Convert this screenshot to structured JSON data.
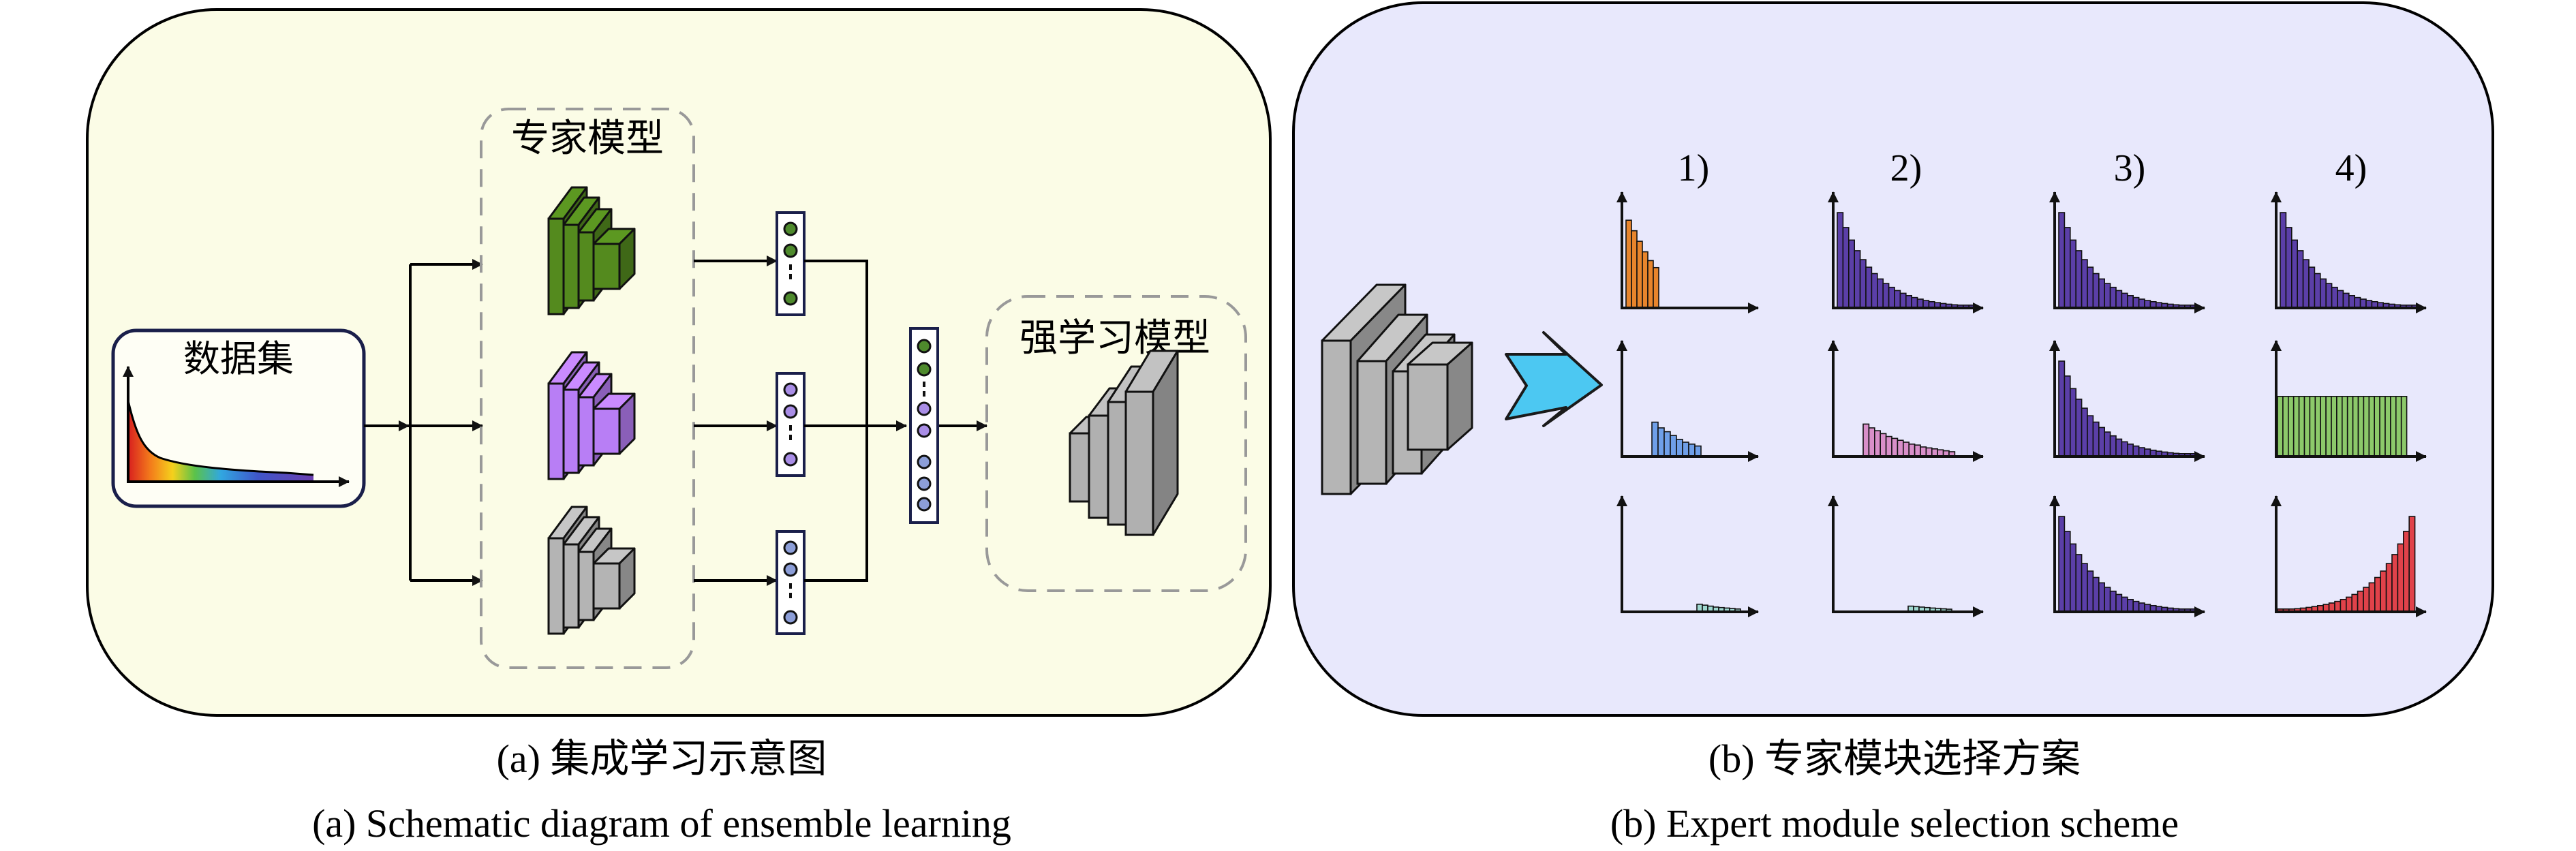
{
  "panel_a": {
    "dataset_label": "数据集",
    "experts_label": "专家模型",
    "strong_label": "强学习模型",
    "caption_zh": "(a) 集成学习示意图",
    "caption_en": "(a) Schematic diagram of ensemble learning",
    "expert_colors": [
      "#548a1e",
      "#b87ef5",
      "#b4b4b4"
    ],
    "node_colors": [
      "#4e8a2c",
      "#a98de6",
      "#8c9ed8"
    ]
  },
  "panel_b": {
    "columns": [
      "1)",
      "2)",
      "3)",
      "4)"
    ],
    "caption_zh": "(b) 专家模块选择方案",
    "caption_en": "(b) Expert module selection scheme",
    "arrow_color": "#4cc8f2",
    "histogram_colors": {
      "orange": "#e8852c",
      "blue": "#6f9fe8",
      "pink": "#d88fc9",
      "purple": "#5b3fa8",
      "green": "#8cc96a",
      "red": "#e0424a",
      "teal": "#9fd8d0"
    }
  }
}
